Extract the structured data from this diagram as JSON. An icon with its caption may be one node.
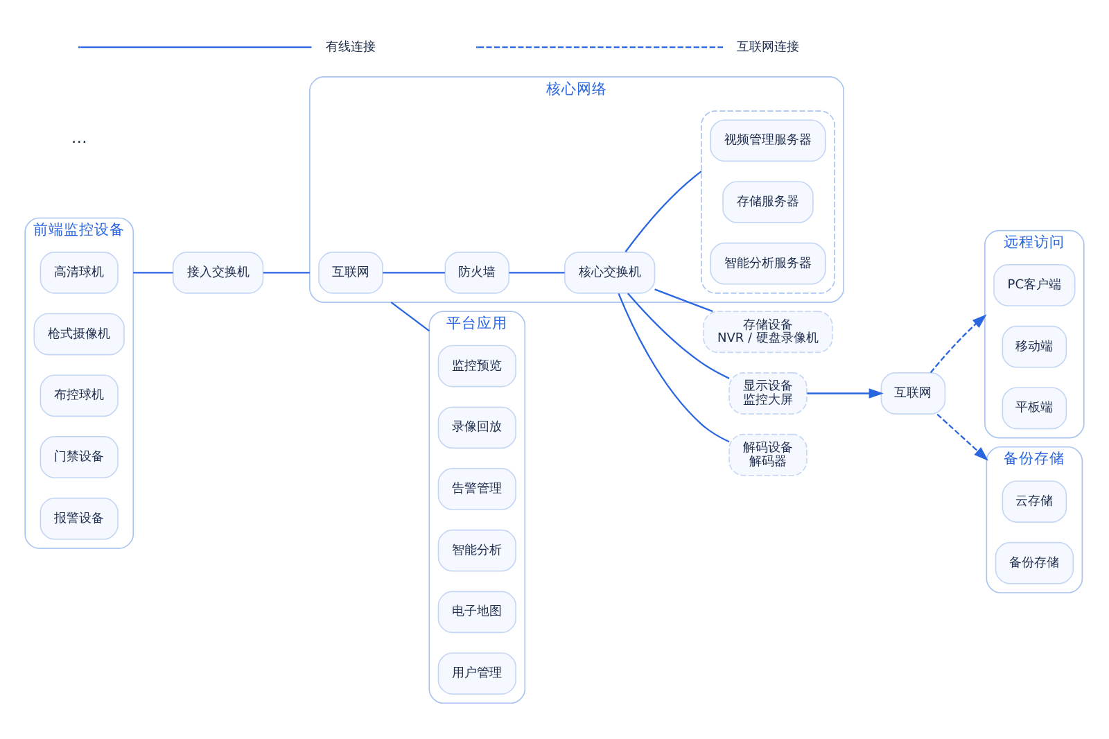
{
  "diagram": {
    "nodes": [
      {
        "text": [
          "前端监控设备"
        ]
      },
      {
        "text": [
          "高清球机"
        ],
        "in": 0
      },
      {
        "text": [
          "枪式摄像机"
        ],
        "in": 0
      },
      {
        "text": [
          "布控球机"
        ],
        "in": 0
      },
      {
        "text": [
          "门禁设备"
        ],
        "in": 0
      },
      {
        "text": [
          "报警设备"
        ],
        "in": 0
      },
      {
        "text": [
          "接入交换机"
        ]
      },
      {
        "text": [
          "核心网络"
        ]
      },
      {
        "text": [
          "互联网"
        ],
        "in": 7
      },
      {
        "text": [
          "防火墙"
        ],
        "in": 7
      },
      {
        "text": [
          "核心交换机"
        ],
        "in": 7
      },
      {
        "text": [],
        "shape": "box",
        "in": 7
      },
      {
        "text": [
          "视频管理服务器"
        ],
        "in": 11
      },
      {
        "text": [
          "存储服务器"
        ],
        "in": 11
      },
      {
        "text": [
          "智能分析服务器"
        ],
        "in": 11
      },
      {
        "text": [
          "平台应用"
        ]
      },
      {
        "text": [
          "监控预览"
        ],
        "in": 15
      },
      {
        "text": [
          "录像回放"
        ],
        "in": 15
      },
      {
        "text": [
          "告警管理"
        ],
        "in": 15
      },
      {
        "text": [
          "智能分析"
        ],
        "in": 15
      },
      {
        "text": [
          "电子地图"
        ],
        "in": 15
      },
      {
        "text": [
          "用户管理"
        ],
        "in": 15
      },
      {
        "text": [
          "存储设备",
          "NVR / 硬盘录像机"
        ]
      },
      {
        "text": [
          "显示设备",
          "监控大屏"
        ]
      },
      {
        "text": [
          "解码设备",
          "解码器"
        ]
      },
      {
        "text": [
          "互联网"
        ]
      },
      {
        "text": [
          "远程访问"
        ]
      },
      {
        "text": [
          "PC客户端"
        ],
        "in": 26
      },
      {
        "text": [
          "移动端"
        ],
        "in": 26
      },
      {
        "text": [
          "平板端"
        ],
        "in": 26
      },
      {
        "text": [
          "备份存储"
        ]
      },
      {
        "text": [
          "云存储"
        ],
        "in": 30
      },
      {
        "text": [
          "备份存储"
        ],
        "in": 30
      }
    ],
    "edges": [
      {
        "from": 0,
        "to": 6,
        "arrow": "none"
      },
      {
        "from": 6,
        "to": 7,
        "arrow": "none"
      },
      {
        "from": 8,
        "to": 9,
        "arrow": "none"
      },
      {
        "from": 9,
        "to": 10,
        "arrow": "none"
      },
      {
        "from": 10,
        "to": 11,
        "arrow": "none"
      },
      {
        "from": 7,
        "to": 15,
        "arrow": "none"
      },
      {
        "from": 10,
        "to": 22,
        "arrow": "none"
      },
      {
        "from": 10,
        "to": 23,
        "arrow": "none"
      },
      {
        "from": 10,
        "to": 24,
        "arrow": "none"
      },
      {
        "from": 23,
        "to": 25,
        "arrow": "to"
      },
      {
        "from": 25,
        "to": 26,
        "arrow": "to",
        "style": "dashed"
      },
      {
        "from": 25,
        "to": 30,
        "arrow": "to",
        "style": "dashed"
      }
    ],
    "labels": [
      "…"
    ],
    "legend": [
      {
        "text": "有线连接"
      },
      {
        "text": "互联网连接"
      }
    ]
  }
}
